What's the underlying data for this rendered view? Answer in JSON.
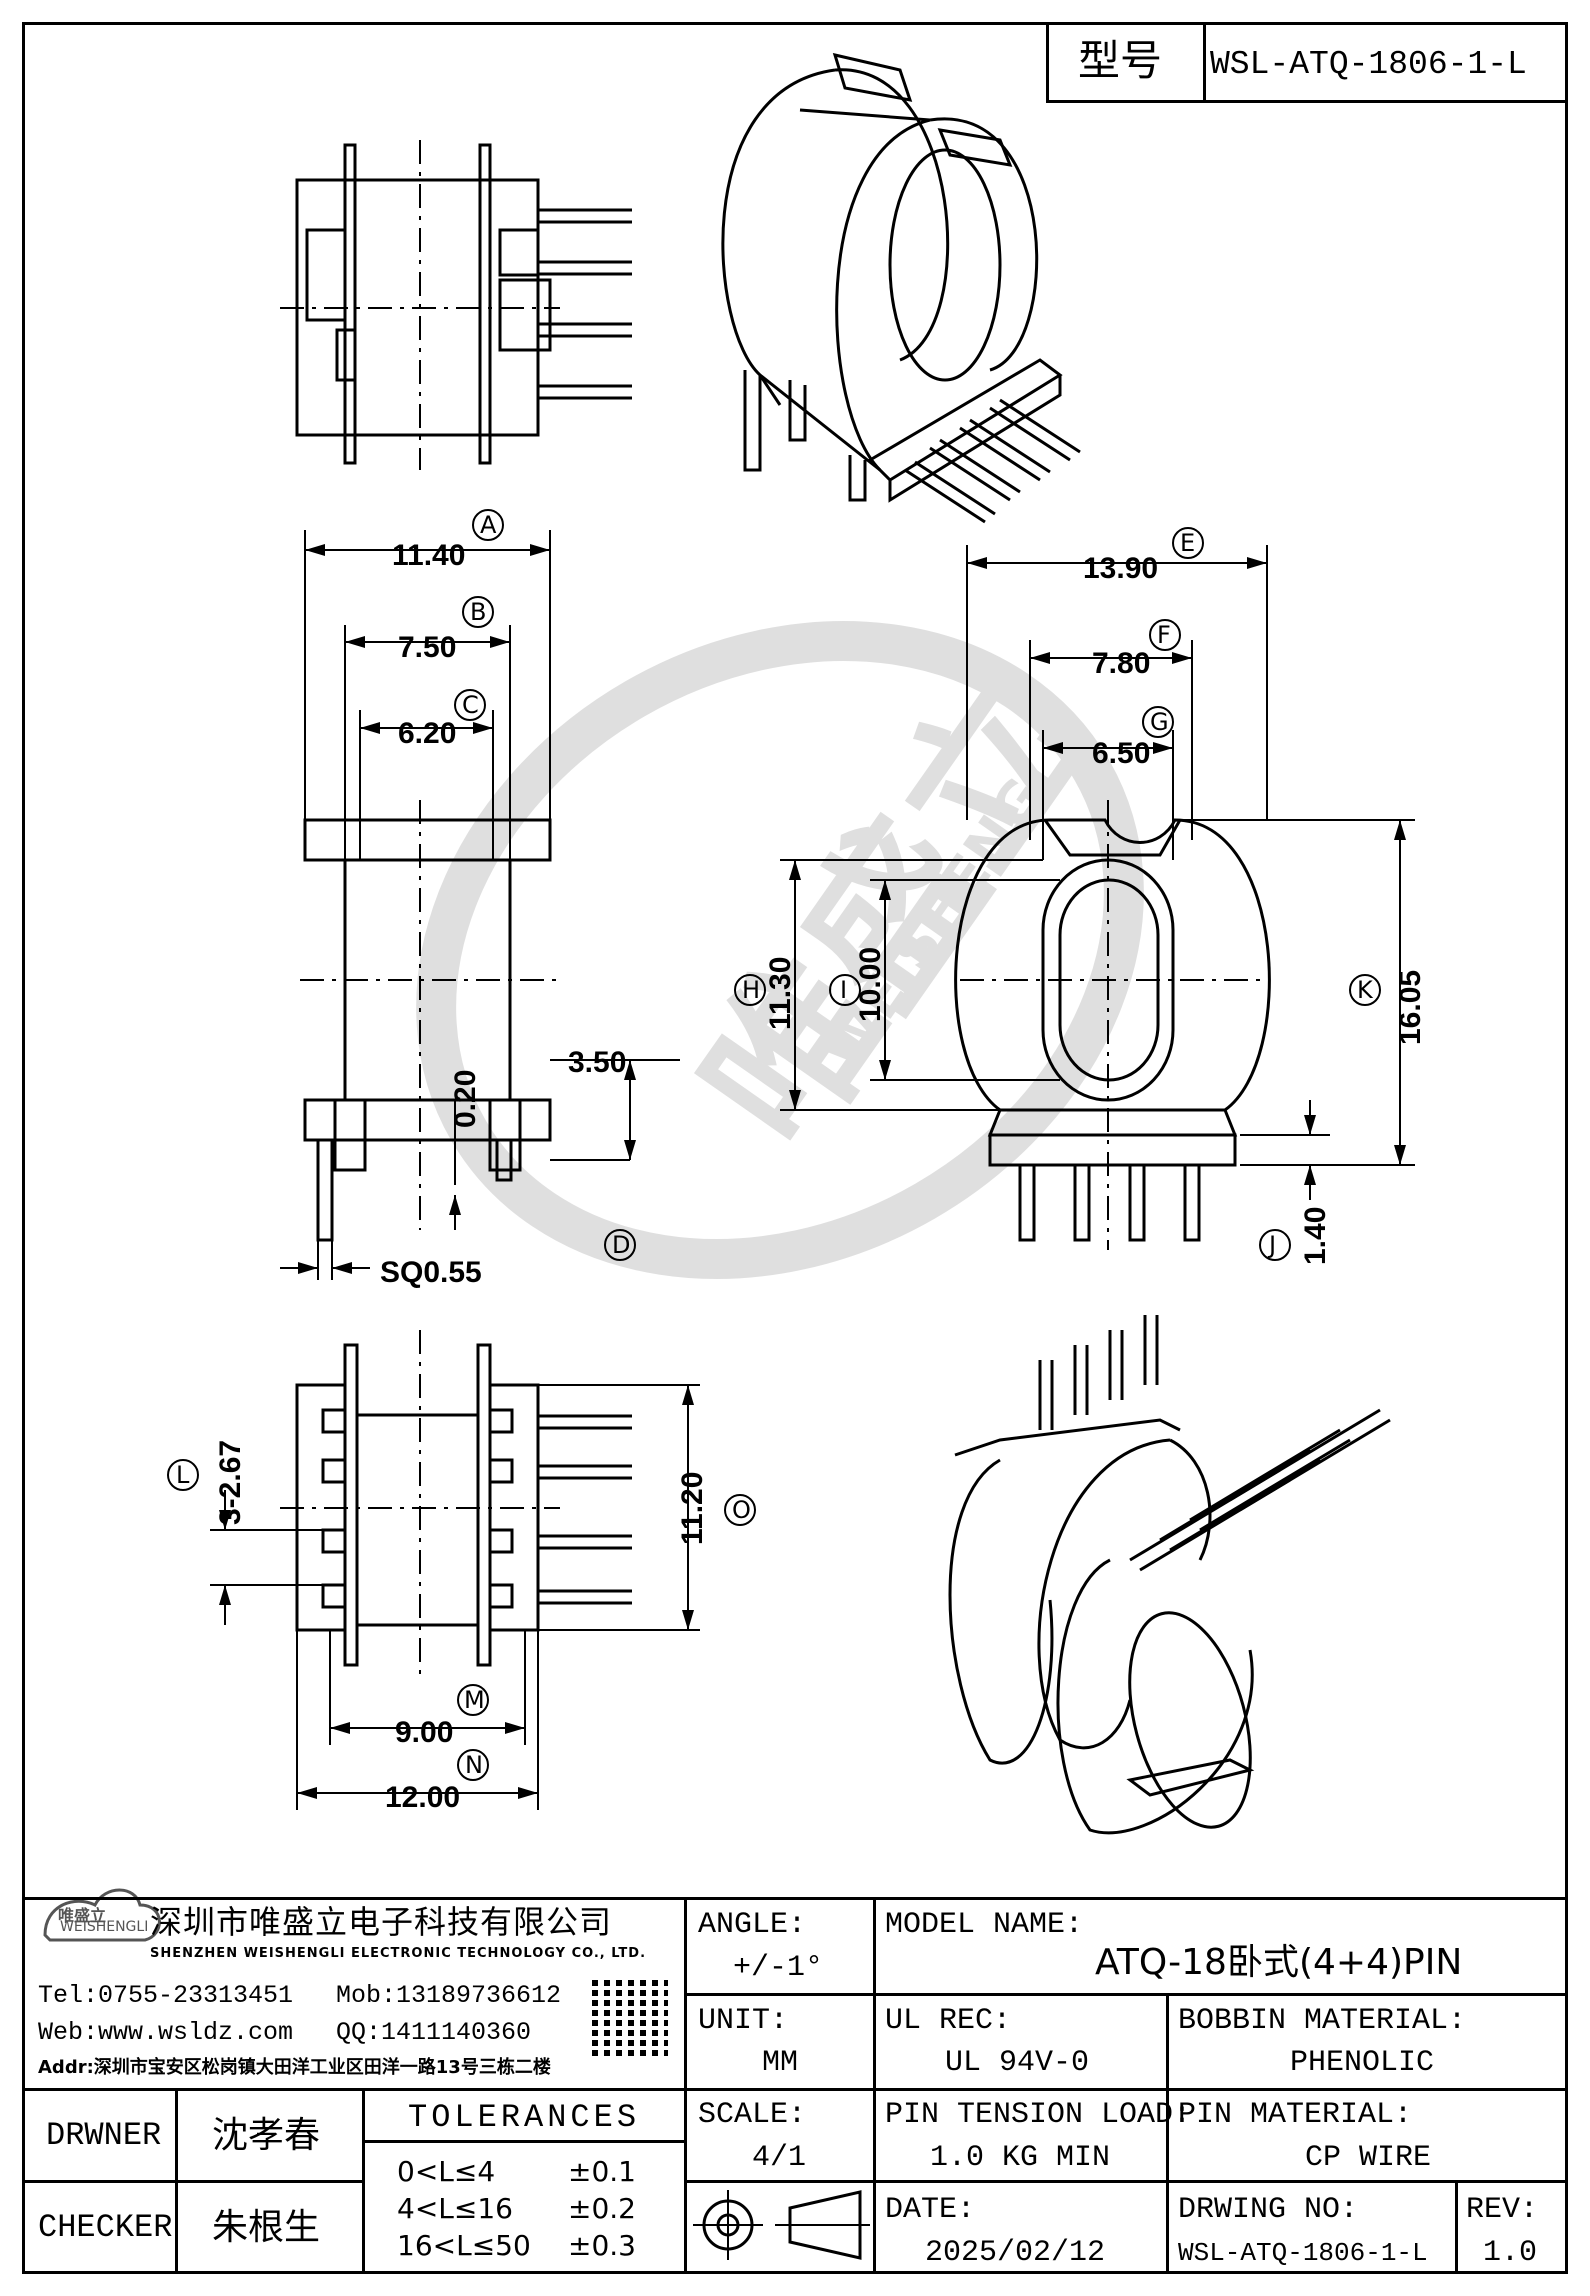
{
  "header": {
    "type_label": "型号",
    "model_code": "WSL-ATQ-1806-1-L"
  },
  "watermark": {
    "cn": "唯盛立",
    "en": "WEISHENGLI"
  },
  "dimensions": {
    "A": {
      "letter": "A",
      "value": "11.40"
    },
    "B": {
      "letter": "B",
      "value": "7.50"
    },
    "C": {
      "letter": "C",
      "value": "6.20"
    },
    "D": {
      "letter": "D",
      "value": "3.50",
      "sub": "0.20"
    },
    "sq": "SQ0.55",
    "E": {
      "letter": "E",
      "value": "13.90"
    },
    "F": {
      "letter": "F",
      "value": "7.80"
    },
    "G": {
      "letter": "G",
      "value": "6.50"
    },
    "H": {
      "letter": "H",
      "value": "11.30"
    },
    "I": {
      "letter": "I",
      "value": "10.00"
    },
    "J": {
      "letter": "J",
      "value": "1.40"
    },
    "K": {
      "letter": "K",
      "value": "16.05"
    },
    "L": {
      "letter": "L",
      "value": "3-2.67"
    },
    "M": {
      "letter": "M",
      "value": "9.00"
    },
    "N": {
      "letter": "N",
      "value": "12.00"
    },
    "O": {
      "letter": "O",
      "value": "11.20"
    }
  },
  "company": {
    "logo_text": "唯盛立",
    "logo_sub": "WEISHENGLI",
    "name_cn": "深圳市唯盛立电子科技有限公司",
    "name_en": "SHENZHEN WEISHENGLI ELECTRONIC TECHNOLOGY CO., LTD.",
    "tel": "Tel:0755-23313451",
    "mob": "Mob:13189736612",
    "web": "Web:www.wsldz.com",
    "qq": "QQ:1411140360",
    "addr": "Addr:深圳市宝安区松岗镇大田洋工业区田洋一路13号三栋二楼"
  },
  "title_block": {
    "angle_label": "ANGLE:",
    "angle_value": "+/-1°",
    "model_name_label": "MODEL NAME:",
    "model_name_value": "ATQ-18卧式(4+4)PIN",
    "unit_label": "UNIT:",
    "unit_value": "MM",
    "ul_label": "UL REC:",
    "ul_value": "UL 94V-0",
    "bobbin_label": "BOBBIN MATERIAL:",
    "bobbin_value": "PHENOLIC",
    "drawer_label": "DRWNER",
    "drawer_value": "沈孝春",
    "tolerances_label": "TOLERANCES",
    "tolerance_rows": [
      {
        "range": "0<L≤4",
        "tol": "±0.1"
      },
      {
        "range": "4<L≤16",
        "tol": "±0.2"
      },
      {
        "range": "16<L≤50",
        "tol": "±0.3"
      }
    ],
    "scale_label": "SCALE:",
    "scale_value": "4/1",
    "pin_tension_label": "PIN TENSION LOAD:",
    "pin_tension_value": "1.0 KG MIN",
    "pin_material_label": "PIN MATERIAL:",
    "pin_material_value": "CP WIRE",
    "checker_label": "CHECKER",
    "checker_value": "朱根生",
    "date_label": "DATE:",
    "date_value": "2025/02/12",
    "drawing_no_label": "DRWING NO:",
    "drawing_no_value": "WSL-ATQ-1806-1-L",
    "rev_label": "REV:",
    "rev_value": "1.0"
  }
}
